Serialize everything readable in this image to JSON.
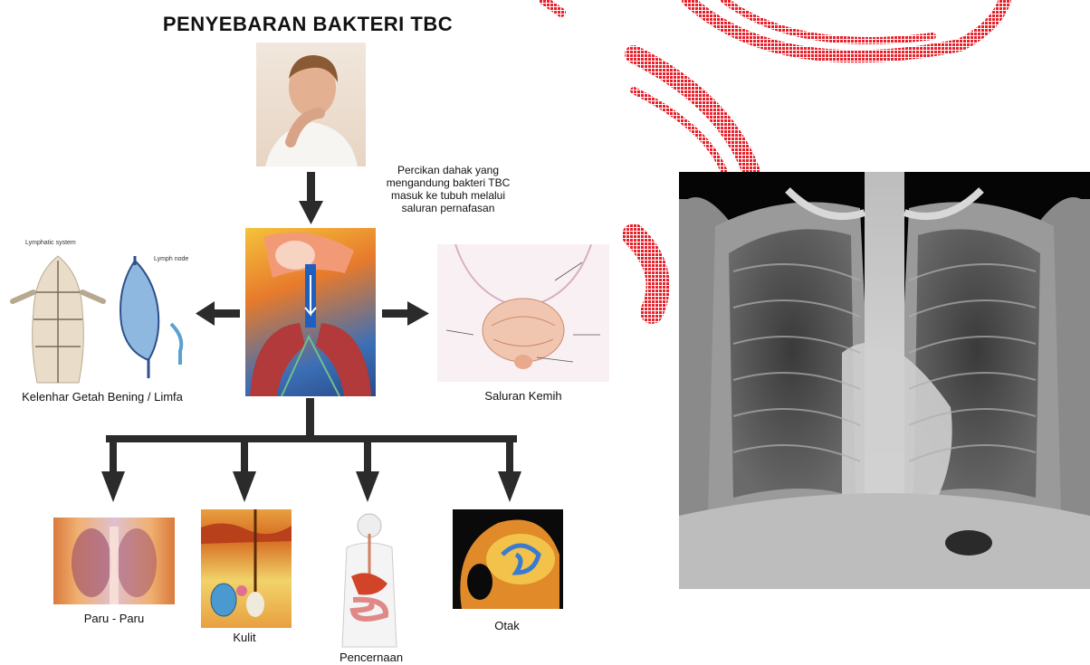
{
  "title": "PENYEBARAN BAKTERI TBC",
  "description_lines": [
    "Percikan dahak yang",
    "mengandung bakteri TBC",
    "masuk ke tubuh melalui",
    "saluran pernafasan"
  ],
  "nodes": {
    "lymph": {
      "label": "Kelenhar Getah Bening / Limfa",
      "caption_system": "Lymphatic system",
      "caption_node": "Lymph node"
    },
    "urinary": {
      "label": "Saluran Kemih"
    },
    "lungs": {
      "label": "Paru - Paru"
    },
    "skin": {
      "label": "Kulit"
    },
    "digestion": {
      "label": "Pencernaan"
    },
    "brain": {
      "label": "Otak"
    }
  },
  "colors": {
    "arrow": "#2b2b2b",
    "watermark": "#e8202a",
    "xray_dark": "#050505"
  }
}
